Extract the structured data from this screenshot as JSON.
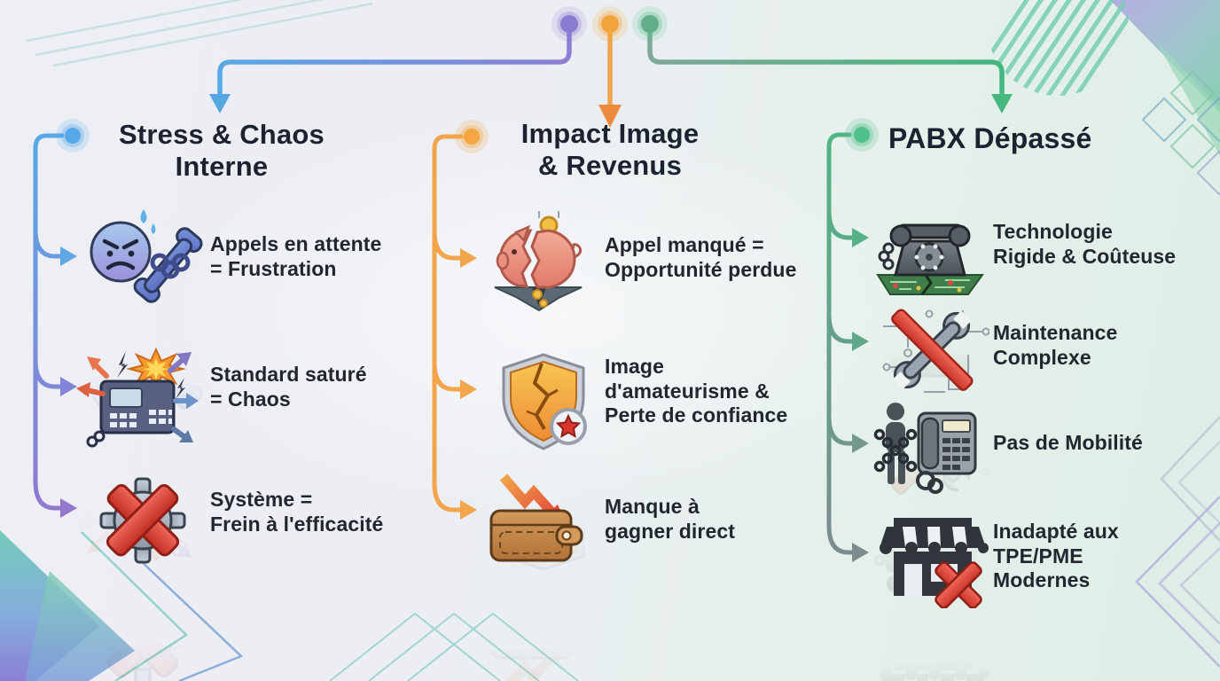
{
  "diagram": {
    "title_implied": "",
    "palette": {
      "root_dot_purple": "#8a7cd2",
      "root_dot_orange": "#f4a43f",
      "root_dot_green": "#64ad8a",
      "column1_accent_start": "#57a9e6",
      "column1_accent_end": "#9278cf",
      "column2_accent": "#f2a54a",
      "column3_accent_start": "#4fb584",
      "column3_accent_end": "#7d8a90",
      "heading_text": "#1c2230",
      "label_text": "#22272f"
    },
    "branches": [
      {
        "id": "stress-chaos-interne",
        "title": "Stress & Chaos\nInterne",
        "items": [
          {
            "icon": "angry-face-chained-phone-icon",
            "label": "Appels en attente\n= Frustration"
          },
          {
            "icon": "overloaded-switchboard-phone-icon",
            "label": "Standard saturé\n= Chaos"
          },
          {
            "icon": "blocked-gear-icon",
            "label": "Système =\nFrein à l'efficacité"
          }
        ]
      },
      {
        "id": "impact-image-revenus",
        "title": "Impact Image\n& Revenus",
        "items": [
          {
            "icon": "broken-piggy-bank-icon",
            "label": "Appel manqué =\nOpportunité perdue"
          },
          {
            "icon": "cracked-shield-icon",
            "label": "Image\nd'amateurisme &\nPerte de confiance"
          },
          {
            "icon": "wallet-loss-icon",
            "label": "Manque à\ngagner direct"
          }
        ]
      },
      {
        "id": "pabx-depasse",
        "title": "PABX Dépassé",
        "items": [
          {
            "icon": "obsolete-rotary-phone-icon",
            "label": "Technologie\nRigide & Coûteuse"
          },
          {
            "icon": "complex-maintenance-icon",
            "label": "Maintenance\nComplexe"
          },
          {
            "icon": "chained-to-phone-icon",
            "label": "Pas de Mobilité"
          },
          {
            "icon": "unfit-store-icon",
            "label": "Inadapté aux\nTPE/PME\nModernes"
          }
        ]
      }
    ]
  }
}
